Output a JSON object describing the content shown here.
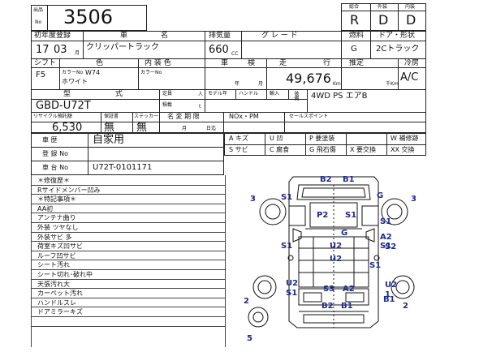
{
  "header": {
    "lot_label_top": "出品",
    "lot_label_bottom": "No",
    "lot_number": "3506",
    "rating_labels": [
      "総合",
      "外装",
      "内装"
    ],
    "rating_values": [
      "R",
      "D",
      "D"
    ]
  },
  "row1": {
    "labels": [
      "初年度登録",
      "車",
      "名",
      "排気量",
      "グ レ ー ド",
      "燃料",
      "ドア・形状"
    ],
    "year": "17",
    "month": "03",
    "month_unit": "月",
    "model_name": "クリッパートラック",
    "displacement": "660",
    "cc_unit": "CC",
    "fuel": "G",
    "door_shape": "2Cトラック"
  },
  "row2": {
    "labels": [
      "シフト",
      "色",
      "内 装 色",
      "車",
      "検",
      "走",
      "行",
      "推定",
      "冷房"
    ],
    "shift": "F5",
    "color_no_label": "カラーNo",
    "color_no": "W74",
    "color": "ホワイト",
    "interior_color_no_label": "カラーNo",
    "inspection_year_unit": "年",
    "inspection_month_unit": "月",
    "mileage": "49,676",
    "mileage_unit": "Km",
    "estimated_unit": "千Km",
    "ac": "A/C"
  },
  "row3": {
    "labels": [
      "型",
      "式",
      "定員",
      "モデル年",
      "ハンドル",
      "輸入",
      "装備"
    ],
    "person_unit": "人",
    "capacity_label": "積載",
    "capacity_unit": "t",
    "model_code": "GBD-U72T",
    "equipment": "4WD PS エアB"
  },
  "row4": {
    "labels": [
      "リサイクル預託額",
      "保証書",
      "ステッカー",
      "名 変 期 限",
      "NOx・PM",
      "セールスポイント"
    ],
    "recycle_fee": "6,530",
    "warranty": "無",
    "sticker": "無",
    "change_month_unit": "月",
    "change_day_unit": "日迄"
  },
  "history": {
    "labels": [
      "車 歴",
      "登 録 No",
      "車 台 No"
    ],
    "history_value": "自家用",
    "chassis_no": "U72T-0101171"
  },
  "legend": {
    "rows": [
      [
        "A キズ",
        "U 凹",
        "P 要塗装",
        "W 補修跡"
      ],
      [
        "S サビ",
        "C 腐食",
        "G 飛石傷",
        "X 要交換",
        "XX 交換"
      ]
    ]
  },
  "notes": [
    "＊修復歴＊",
    "Rサイドメンバー凹み",
    "＊特記事項＊",
    "AA初",
    "アンテナ曲り",
    "外装 ツヤなし",
    "外装サビ 多",
    "荷室キズ凹サビ",
    "ルーフ凹サビ",
    "シート汚れ",
    "シート切れ･破れ中",
    "天張汚れ大",
    "カーペット汚れ",
    "ハンドルスレ",
    "ドアミラーキズ"
  ],
  "diagram": {
    "marks": [
      "B2",
      "B1",
      "3",
      "S1",
      "P2",
      "S1",
      "G",
      "3",
      "S1",
      "S1",
      "G",
      "A2",
      "U2",
      "S2",
      "S1",
      "U2",
      "S1",
      "U2",
      "S3",
      "A2",
      "S1",
      "U2",
      "1",
      "2",
      "B2",
      "B1",
      "B1",
      "2",
      "5"
    ]
  }
}
